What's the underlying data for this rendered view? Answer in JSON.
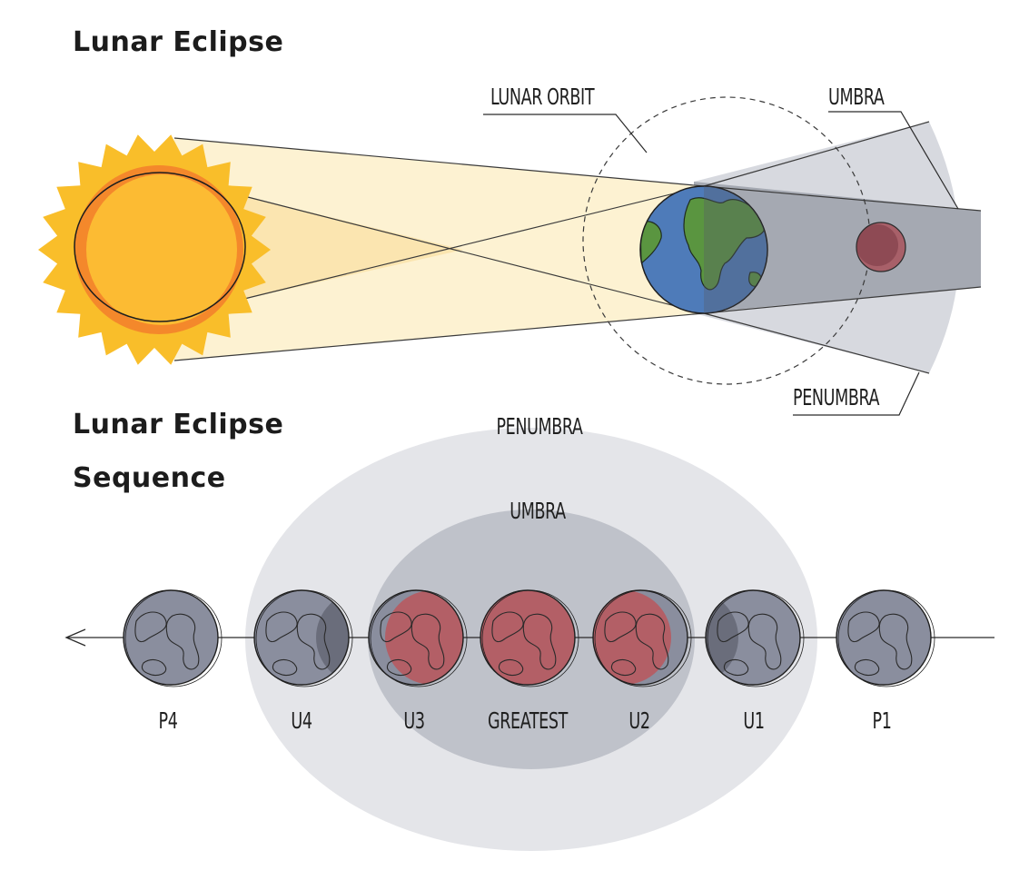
{
  "titles": {
    "top": "Lunar Eclipse",
    "bottom_line1": "Lunar Eclipse",
    "bottom_line2": "Sequence"
  },
  "labels": {
    "lunar_orbit": "LUNAR ORBIT",
    "umbra_top": "UMBRA",
    "penumbra_top": "PENUMBRA",
    "penumbra_zone": "PENUMBRA",
    "umbra_zone": "UMBRA"
  },
  "sequence": [
    {
      "label": "P4",
      "state": "penumbral"
    },
    {
      "label": "U4",
      "state": "partial-exit"
    },
    {
      "label": "U3",
      "state": "mostly-umbral"
    },
    {
      "label": "GREATEST",
      "state": "total"
    },
    {
      "label": "U2",
      "state": "mostly-umbral"
    },
    {
      "label": "U1",
      "state": "partial-entry"
    },
    {
      "label": "P1",
      "state": "penumbral"
    }
  ],
  "colors": {
    "sun_outer": "#f9be2a",
    "sun_ring": "#f4882b",
    "sun_core": "#fcbb33",
    "light_cone": "#fdf2d2",
    "light_cone_inner": "#fbe5b0",
    "earth_ocean": "#4e7bb9",
    "earth_land": "#5a9540",
    "shadow_penumbra": "#d7d9df",
    "shadow_umbra": "#a5a9b2",
    "moon_grey": "#8a8e9e",
    "moon_red": "#b35f66",
    "eclipsed_moon_top": "#8e4a54"
  },
  "icons": [
    "sun-icon",
    "earth-icon",
    "moon-icon",
    "arrow-left-icon"
  ]
}
